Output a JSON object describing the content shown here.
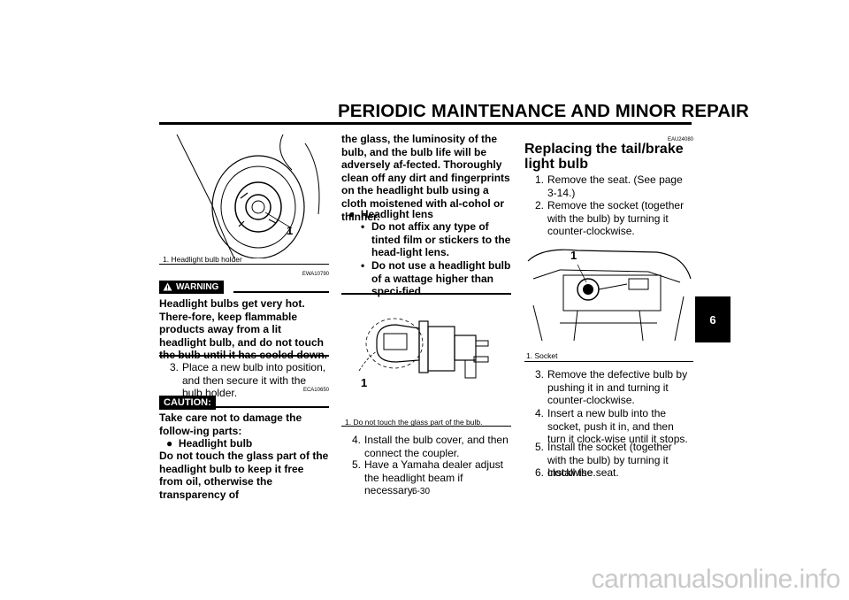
{
  "header": {
    "title": "PERIODIC MAINTENANCE AND MINOR REPAIR"
  },
  "side_tab": "6",
  "page_number": "6-30",
  "watermark": "carmanualsonline.info",
  "left": {
    "figure_callout": "1",
    "figure_caption": "1. Headlight bulb holder",
    "warning_code": "EWA10790",
    "warning_label": "WARNING",
    "warning_text": "Headlight bulbs get very hot. There-fore, keep flammable products away from a lit headlight bulb, and do not touch the bulb until it has cooled down.",
    "step3_num": "3.",
    "step3_text": "Place a new bulb into position, and then secure it with the bulb holder.",
    "caution_code": "ECA10650",
    "caution_label": "CAUTION:",
    "caution_intro": "Take care not to damage the follow-ing parts:",
    "caution_bullet": "Headlight bulb",
    "caution_text": "Do not touch the glass part of the headlight bulb to keep it free from oil, otherwise the transparency of"
  },
  "middle": {
    "caution_cont": "the glass, the luminosity of the bulb, and the bulb life will be adversely af-fected. Thoroughly clean off any dirt and fingerprints on the headlight bulb using a cloth moistened with al-cohol or thinner.",
    "bullet": "Headlight lens",
    "sub1": "Do not affix any type of tinted film or stickers to the head-light lens.",
    "sub2": "Do not use a headlight bulb of a wattage higher than speci-fied.",
    "figure_callout": "1",
    "figure_caption": "1. Do not touch the glass part of the bulb.",
    "step4_num": "4.",
    "step4_text": "Install the bulb cover, and then connect the coupler.",
    "step5_num": "5.",
    "step5_text": "Have a Yamaha dealer adjust the headlight beam if necessary."
  },
  "right": {
    "code": "EAU24080",
    "section_title": "Replacing the tail/brake light bulb",
    "step1_num": "1.",
    "step1_text": "Remove the seat. (See page 3-14.)",
    "step2_num": "2.",
    "step2_text": "Remove the socket (together with the bulb) by turning it counter-clockwise.",
    "figure_callout": "1",
    "figure_caption": "1. Socket",
    "step3_num": "3.",
    "step3_text": "Remove the defective bulb by pushing it in and turning it counter-clockwise.",
    "step4_num": "4.",
    "step4_text": "Insert a new bulb into the socket, push it in, and then turn it clock-wise until it stops.",
    "step5_num": "5.",
    "step5_text": "Install the socket (together with the bulb) by turning it clockwise.",
    "step6_num": "6.",
    "step6_text": "Install the seat."
  }
}
